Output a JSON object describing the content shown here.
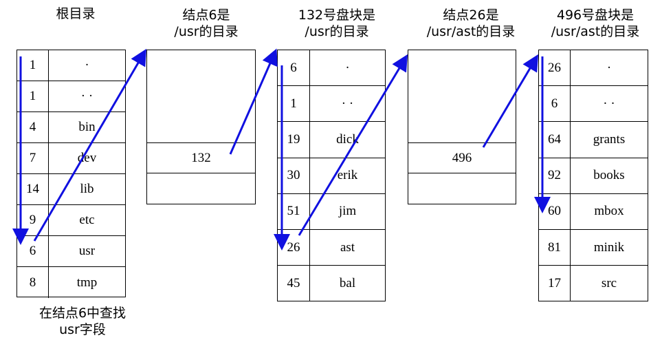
{
  "captions": {
    "root_dir": "根目录",
    "node6": "结点6是\n/usr的目录",
    "block132": "132号盘块是\n/usr的目录",
    "node26": "结点26是\n/usr/ast的目录",
    "block496": "496号盘块是\n/usr/ast的目录",
    "search_note": "在结点6中查找\nusr字段"
  },
  "root_table": [
    {
      "inode": "1",
      "name": "·"
    },
    {
      "inode": "1",
      "name": "· ·"
    },
    {
      "inode": "4",
      "name": "bin"
    },
    {
      "inode": "7",
      "name": "dev"
    },
    {
      "inode": "14",
      "name": "lib"
    },
    {
      "inode": "9",
      "name": "etc"
    },
    {
      "inode": "6",
      "name": "usr"
    },
    {
      "inode": "8",
      "name": "tmp"
    }
  ],
  "inode6": {
    "block": "132"
  },
  "block132_table": [
    {
      "inode": "6",
      "name": "·"
    },
    {
      "inode": "1",
      "name": "· ·"
    },
    {
      "inode": "19",
      "name": "dick"
    },
    {
      "inode": "30",
      "name": "erik"
    },
    {
      "inode": "51",
      "name": "jim"
    },
    {
      "inode": "26",
      "name": "ast"
    },
    {
      "inode": "45",
      "name": "bal"
    }
  ],
  "inode26": {
    "block": "496"
  },
  "block496_table": [
    {
      "inode": "26",
      "name": "·"
    },
    {
      "inode": "6",
      "name": "· ·"
    },
    {
      "inode": "64",
      "name": "grants"
    },
    {
      "inode": "92",
      "name": "books"
    },
    {
      "inode": "60",
      "name": "mbox"
    },
    {
      "inode": "81",
      "name": "minik"
    },
    {
      "inode": "17",
      "name": "src"
    }
  ],
  "colors": {
    "arrow": "#1010e0",
    "border": "#000000"
  }
}
